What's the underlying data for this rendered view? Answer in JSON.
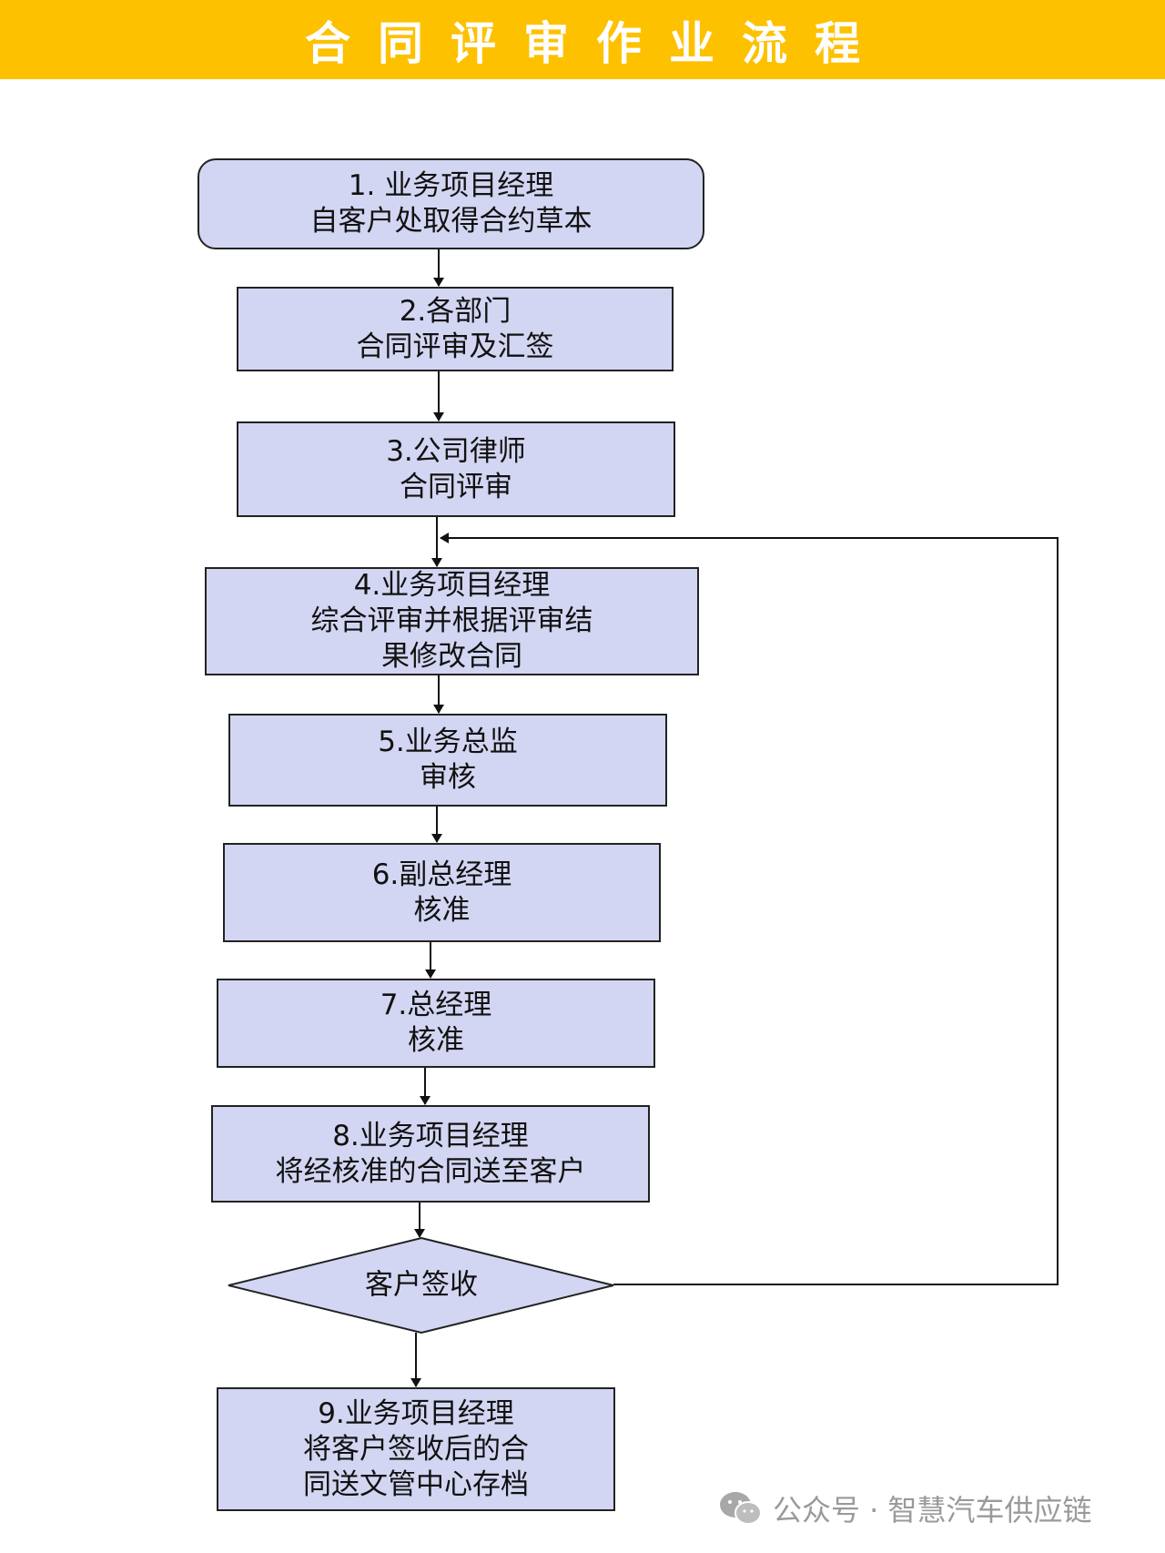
{
  "header": {
    "title": "合同评审作业流程",
    "background_color": "#fdc100",
    "text_color": "#ffffff"
  },
  "flowchart": {
    "node_fill": "#d3d6f2",
    "node_border": "#222222",
    "steps": [
      {
        "id": "step1",
        "shape": "rounded-rect",
        "lines": [
          "1. 业务项目经理",
          "自客户处取得合约草本"
        ]
      },
      {
        "id": "step2",
        "shape": "rect",
        "lines": [
          "2.各部门",
          "合同评审及汇签"
        ]
      },
      {
        "id": "step3",
        "shape": "rect",
        "lines": [
          "3.公司律师",
          "合同评审"
        ]
      },
      {
        "id": "step4",
        "shape": "rect",
        "lines": [
          "4.业务项目经理",
          "综合评审并根据评审结",
          "果修改合同"
        ]
      },
      {
        "id": "step5",
        "shape": "rect",
        "lines": [
          "5.业务总监",
          "审核"
        ]
      },
      {
        "id": "step6",
        "shape": "rect",
        "lines": [
          "6.副总经理",
          "核准"
        ]
      },
      {
        "id": "step7",
        "shape": "rect",
        "lines": [
          "7.总经理",
          "核准"
        ]
      },
      {
        "id": "step8",
        "shape": "rect",
        "lines": [
          "8.业务项目经理",
          "将经核准的合同送至客户"
        ]
      },
      {
        "id": "step9",
        "shape": "rect",
        "lines": [
          "9.业务项目经理",
          "将客户签收后的合",
          "同送文管中心存档"
        ]
      }
    ],
    "decision": {
      "id": "decision",
      "shape": "diamond",
      "label": "客户签收"
    },
    "edges": [
      {
        "from": "step1",
        "to": "step2"
      },
      {
        "from": "step2",
        "to": "step3"
      },
      {
        "from": "step3",
        "to": "step4"
      },
      {
        "from": "step4",
        "to": "step5"
      },
      {
        "from": "step5",
        "to": "step6"
      },
      {
        "from": "step6",
        "to": "step7"
      },
      {
        "from": "step7",
        "to": "step8"
      },
      {
        "from": "step8",
        "to": "decision"
      },
      {
        "from": "decision",
        "to": "step9"
      },
      {
        "from": "decision",
        "to": "step4",
        "type": "loop-back"
      }
    ]
  },
  "watermark": {
    "icon": "wechat-icon",
    "text": "公众号 · 智慧汽车供应链"
  }
}
